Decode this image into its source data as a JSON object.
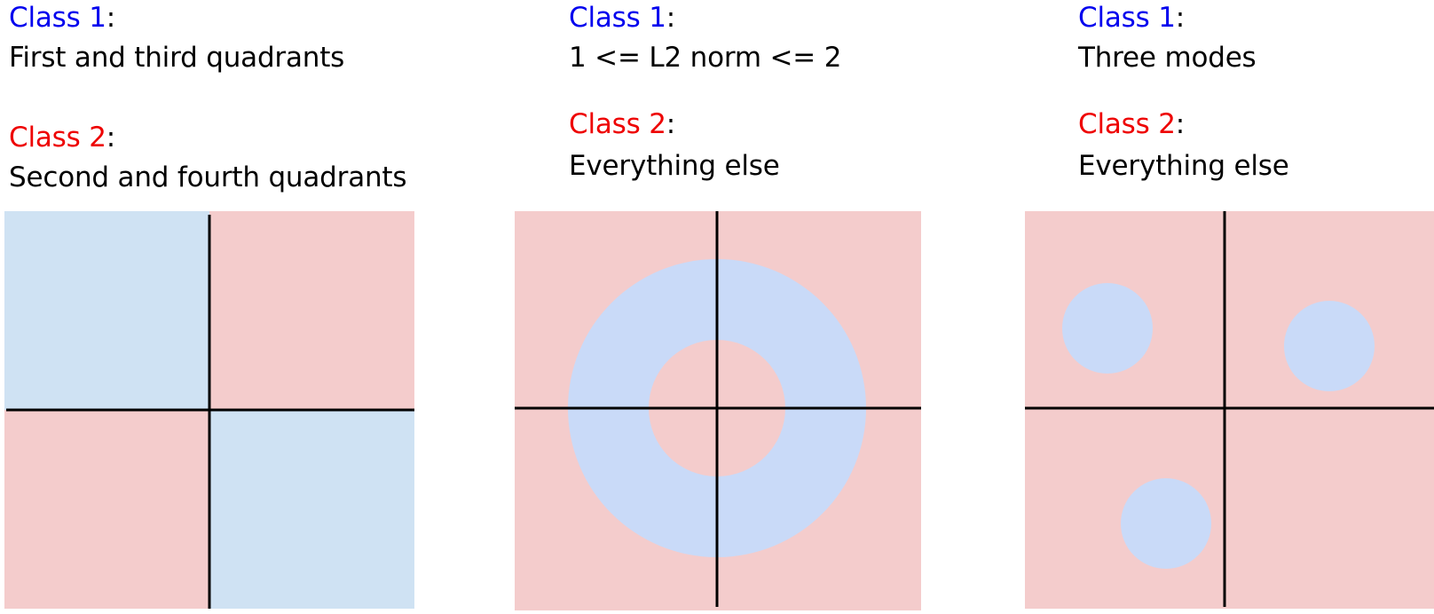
{
  "colors": {
    "class1_text": "#0000ee",
    "class2_text": "#ee0000",
    "region_class1_quadrant": "#cfe2f3",
    "region_class1_shape": "#c9daf8",
    "region_class2": "#f4cccc",
    "axis": "#000000"
  },
  "panels": [
    {
      "id": "quadrants",
      "class1_label": "Class 1",
      "class1_desc": "First and third quadrants",
      "class2_label": "Class 2",
      "class2_desc": "Second and fourth quadrants",
      "colon": ":",
      "regions": {
        "type": "quadrants",
        "class1_quadrants": [
          "top-left",
          "bottom-right"
        ],
        "class2_quadrants": [
          "top-right",
          "bottom-left"
        ]
      }
    },
    {
      "id": "annulus",
      "class1_label": "Class 1",
      "class1_desc": "1 <= L2 norm <= 2",
      "class2_label": "Class 2",
      "class2_desc": "Everything else",
      "colon": ":",
      "regions": {
        "type": "annulus",
        "inner_radius": 1,
        "outer_radius": 2
      }
    },
    {
      "id": "modes",
      "class1_label": "Class 1",
      "class1_desc": "Three modes",
      "class2_label": "Class 2",
      "class2_desc": "Everything else",
      "colon": ":",
      "regions": {
        "type": "modes",
        "mode_count": 3
      }
    }
  ]
}
